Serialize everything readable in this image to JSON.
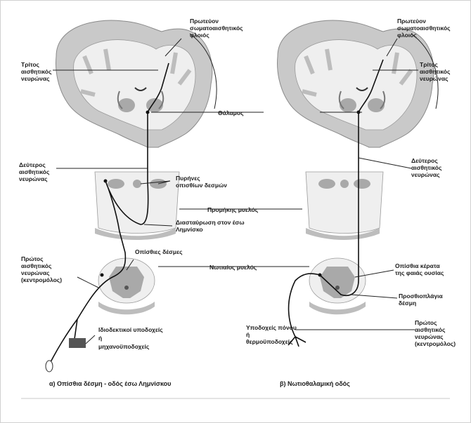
{
  "left": {
    "primary_cortex": "Πρωτεύον σωματοαισθητικός φλοιός",
    "third_neuron": "Τρίτος αισθητικός νευρώνας",
    "second_neuron": "Δεύτερος αισθητικός νευρώνας",
    "dorsal_nuclei": "Πυρήνες οπισθίων δεσμών",
    "decussation": "Διασταύρωση στον έσω Λημνίσκο",
    "dorsal_columns": "Οπίσθιες δέσμες",
    "first_neuron": "Πρώτος αισθητικός νευρώνας (κεντρομόλος)",
    "receptors": "Ιδιοδεκτικοί υποδοχείς ή μηχανοϋποδοχείς",
    "caption": "α) Οπίσθια δέσμη - οδός έσω Λημνίσκου"
  },
  "center": {
    "thalamus": "Θάλαμος",
    "medulla": "Προμήκης μυελός",
    "spinal_cord": "Νωτιαίος μυελός"
  },
  "right": {
    "primary_cortex": "Πρωτεύον σωματοαισθητικός φλοιός",
    "third_neuron": "Τρίτος αισθητικός νευρώνας",
    "second_neuron": "Δεύτερος αισθητικός νευρώνας",
    "dorsal_horn": "Οπίσθια κέρατα της φαιάς ουσίας",
    "anterolateral": "Προσθιοπλάγια δέσμη",
    "first_neuron": "Πρώτος αισθητικός νευρώνας (κεντρομόλος)",
    "receptors": "Υποδοχείς πόνου ή θερμοϋποδοχείς",
    "caption": "β) Νωτιοθαλαμική οδός"
  }
}
